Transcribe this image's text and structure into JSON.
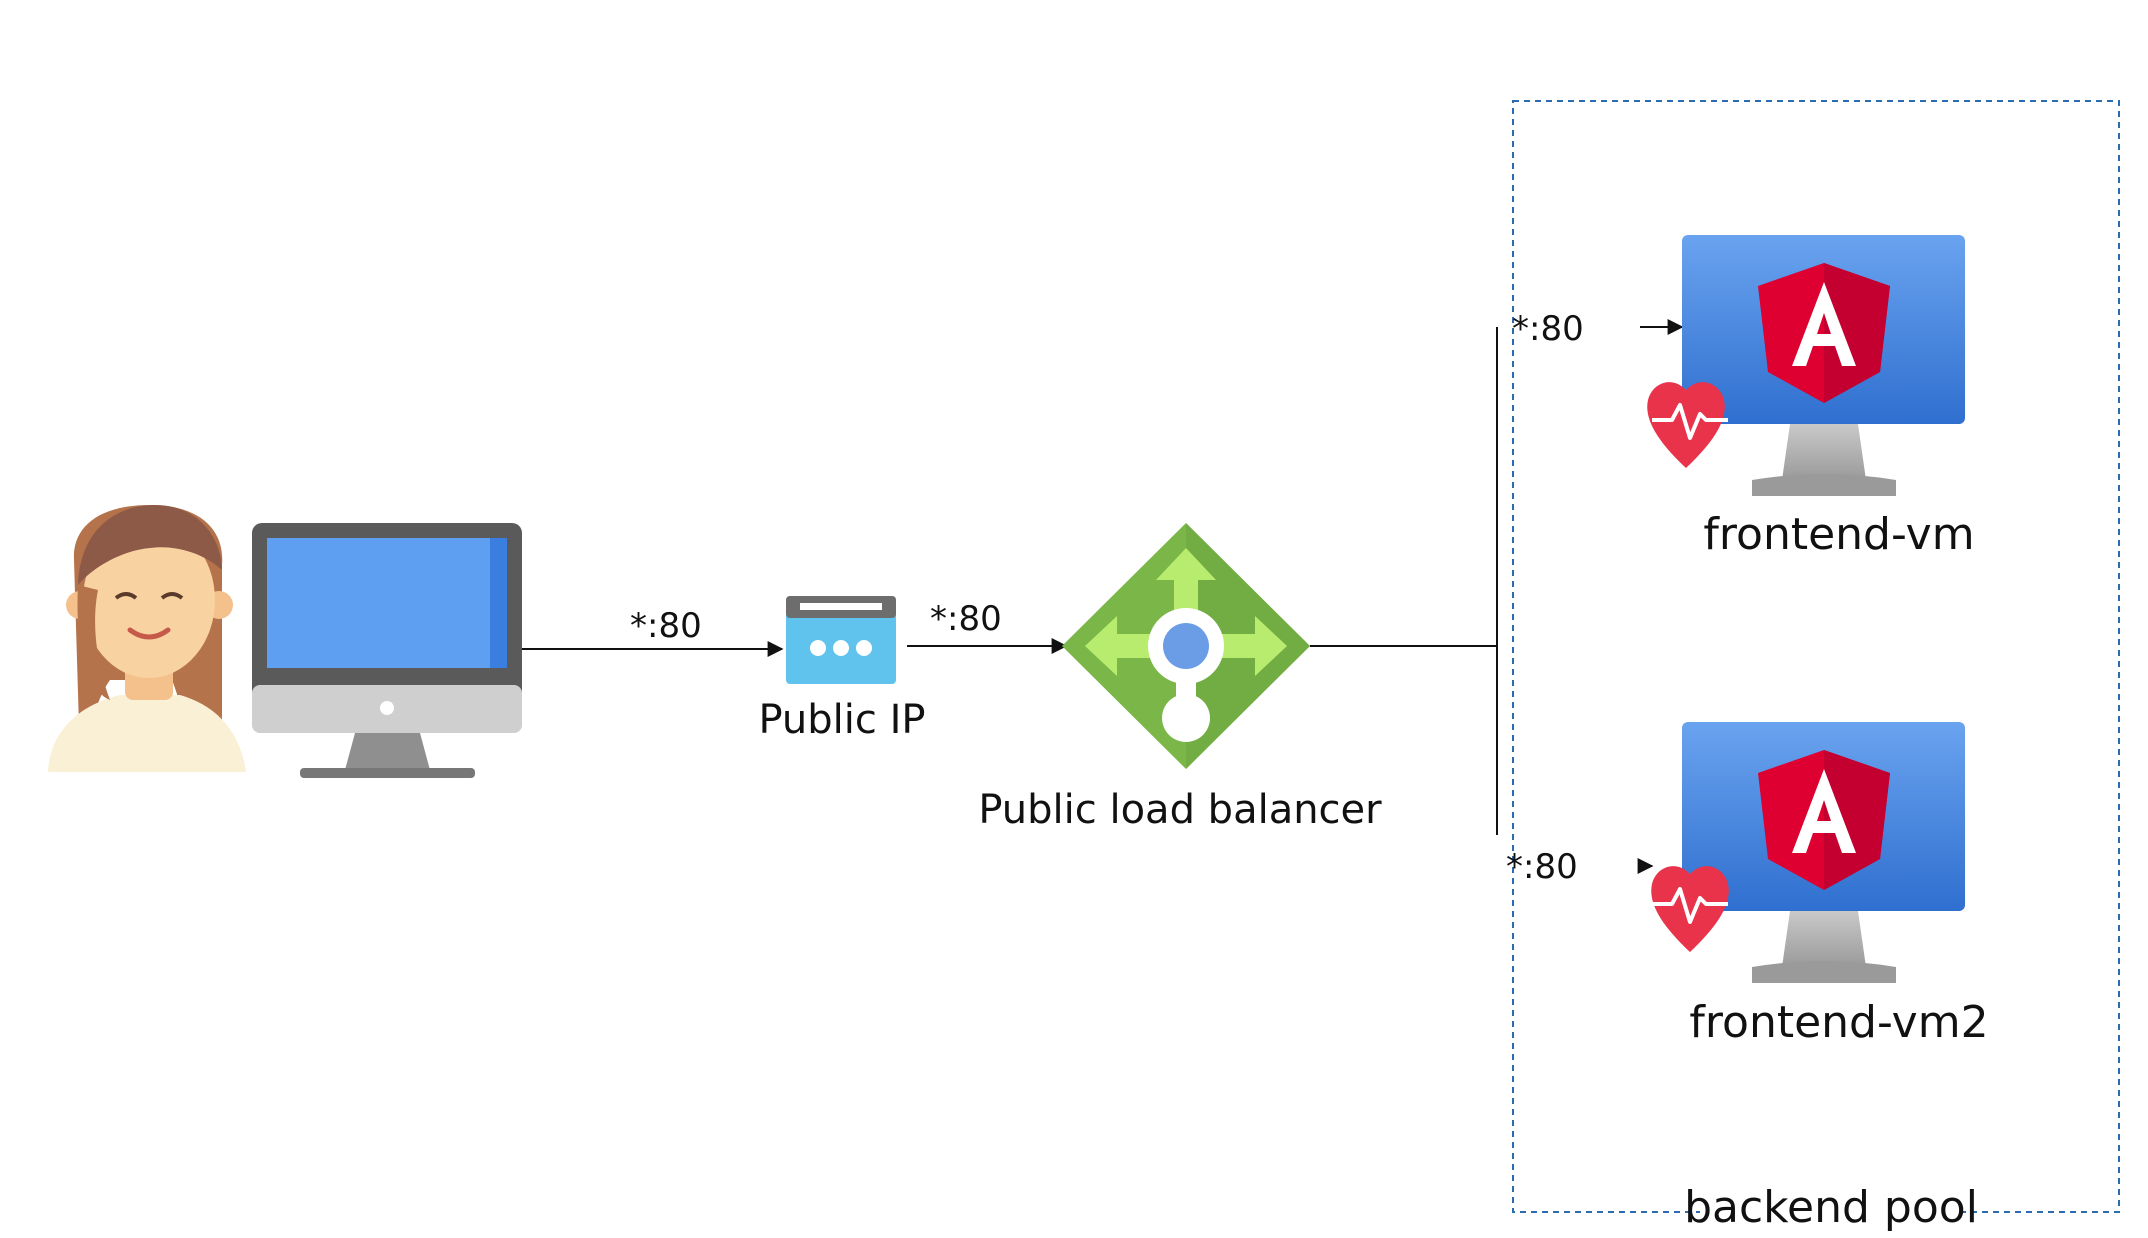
{
  "diagram": {
    "edges": {
      "client_to_ip": "*:80",
      "ip_to_lb": "*:80",
      "lb_to_vm1": "*:80",
      "lb_to_vm2": "*:80"
    },
    "nodes": {
      "public_ip": "Public IP",
      "load_balancer": "Public load balancer",
      "vm1": "frontend-vm",
      "vm2": "frontend-vm2"
    },
    "group": {
      "label": "backend pool"
    },
    "icons": [
      "user-icon",
      "desktop-computer-icon",
      "public-ip-icon",
      "load-balancer-icon",
      "virtual-machine-icon",
      "angular-logo-icon",
      "health-heart-icon"
    ]
  },
  "colors": {
    "group_border": "#2b6cb0",
    "lb_green": "#7ab648",
    "vm_blue": "#3f7fd9",
    "angular_red": "#dd0031",
    "heart_red": "#e8334a",
    "ip_cyan": "#5fc3ee"
  }
}
